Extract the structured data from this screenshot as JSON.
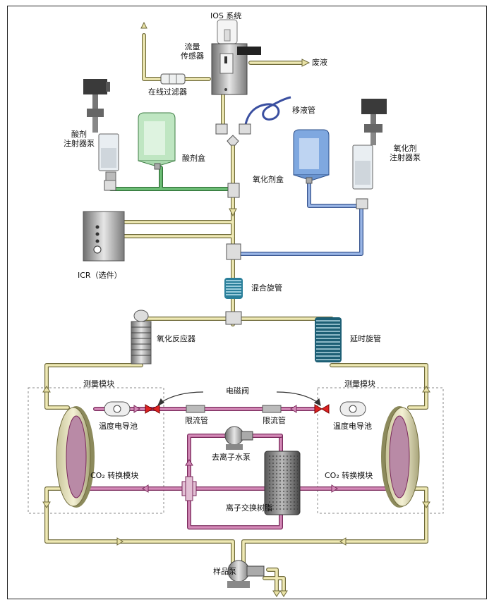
{
  "labels": {
    "ios_system": "IOS 系统",
    "flow_sensor": "流量\n传感器",
    "waste": "废液",
    "inline_filter": "在线过滤器",
    "pipette": "移液管",
    "acid_pump": "酸剂\n注射器泵",
    "acid_box": "酸剂盒",
    "oxidant_pump": "氧化剂\n注射器泵",
    "oxidant_box": "氧化剂盒",
    "icr": "ICR（选件）",
    "mix_coil": "混合旋管",
    "oxidation_reactor": "氧化反应器",
    "delay_coil": "延时旋管",
    "measure_module_left": "测量模块",
    "measure_module_right": "测量模块",
    "solenoid_valve": "电磁阀",
    "temp_cond_left": "温度电导池",
    "temp_cond_right": "温度电导池",
    "restrictor_left": "限流管",
    "restrictor_right": "限流管",
    "di_pump": "去离子水泵",
    "co2_left": "CO₂ 转换模块",
    "co2_right": "CO₂ 转换模块",
    "ion_resin": "离子交换树脂",
    "sample_pump": "样品泵"
  },
  "colors": {
    "tube_beige": "#e8e2a8",
    "tube_green": "#4a9a52",
    "tube_blue": "#5f7fb8",
    "tube_purple": "#b24a8a",
    "metal": "#9a9a9a",
    "acid_box": "#bfe6c2",
    "oxidant_box": "#7fa8e0"
  }
}
